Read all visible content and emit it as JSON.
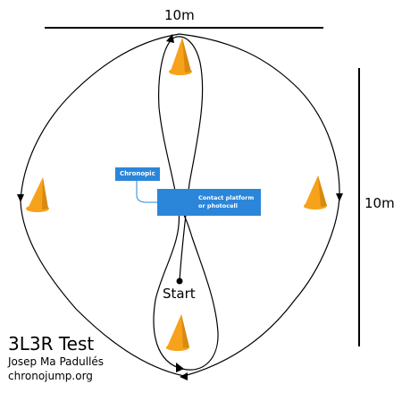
{
  "top_dimension": "10m",
  "side_dimension": "10m",
  "chronopic_label": "Chronopic",
  "platform_label_line1": "Contact platform",
  "platform_label_line2": "or photocell",
  "start_label": "Start",
  "test_title": "3L3R Test",
  "author": "Josep Ma Padullés",
  "website": "chronojump.org",
  "colors": {
    "cone": "#f7a21b",
    "cone_shadow": "#d88a10",
    "box": "#2b86d9",
    "lines": "#000000"
  },
  "cones": [
    "top-cone",
    "left-cone",
    "right-cone",
    "bottom-cone"
  ]
}
